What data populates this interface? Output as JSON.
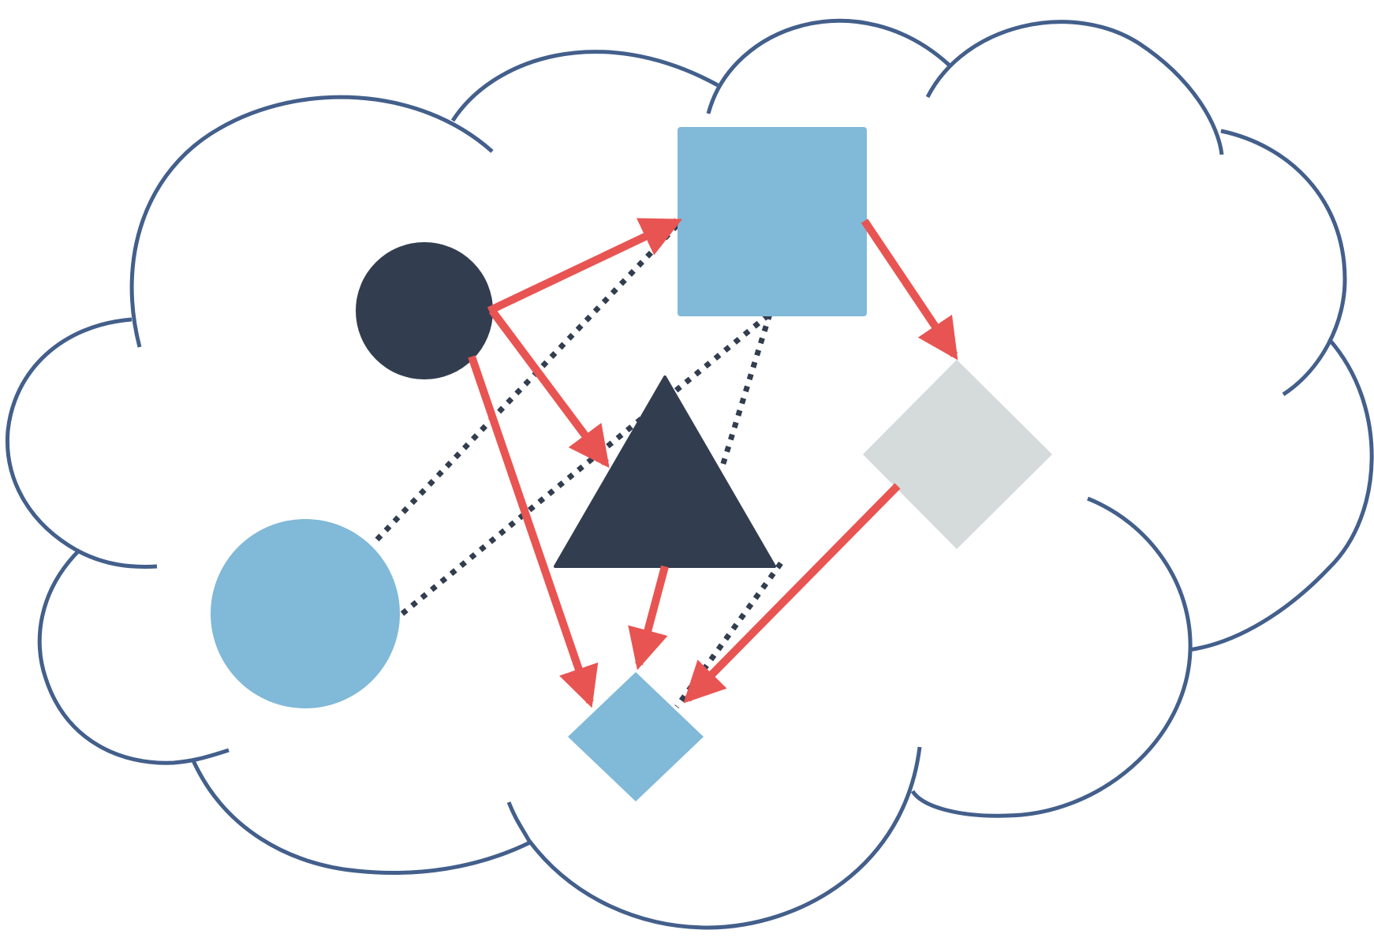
{
  "diagram": {
    "colors": {
      "cloud_outline": "#435f8b",
      "dark_node": "#323e4f",
      "light_blue_node": "#81b9d8",
      "gray_node": "#d5dadb",
      "solid_arrow": "#e85452",
      "dotted_link": "#323e4f",
      "background": "#ffffff"
    },
    "nodes": [
      {
        "id": "circle-dark",
        "shape": "circle",
        "fill": "dark_node"
      },
      {
        "id": "square-blue",
        "shape": "square",
        "fill": "light_blue_node"
      },
      {
        "id": "triangle-dark",
        "shape": "triangle",
        "fill": "dark_node"
      },
      {
        "id": "diamond-gray",
        "shape": "diamond",
        "fill": "gray_node"
      },
      {
        "id": "circle-blue",
        "shape": "circle",
        "fill": "light_blue_node"
      },
      {
        "id": "diamond-blue",
        "shape": "diamond",
        "fill": "light_blue_node"
      }
    ],
    "arrows": [
      {
        "from": "circle-dark",
        "to": "square-blue",
        "style": "solid-arrow"
      },
      {
        "from": "circle-dark",
        "to": "triangle-dark",
        "style": "solid-arrow"
      },
      {
        "from": "circle-dark",
        "to": "diamond-blue",
        "style": "solid-arrow"
      },
      {
        "from": "square-blue",
        "to": "diamond-gray",
        "style": "solid-arrow"
      },
      {
        "from": "triangle-dark",
        "to": "diamond-blue",
        "style": "solid-arrow"
      },
      {
        "from": "diamond-gray",
        "to": "diamond-blue",
        "style": "solid-arrow"
      }
    ],
    "dotted_links": [
      {
        "from": "circle-blue",
        "to": "square-blue",
        "style": "dotted"
      },
      {
        "from": "circle-blue",
        "to": "square-blue",
        "style": "dotted"
      },
      {
        "from": "square-blue",
        "to": "triangle-dark",
        "style": "dotted"
      },
      {
        "from": "square-blue",
        "to": "diamond-blue",
        "style": "dotted"
      }
    ]
  }
}
